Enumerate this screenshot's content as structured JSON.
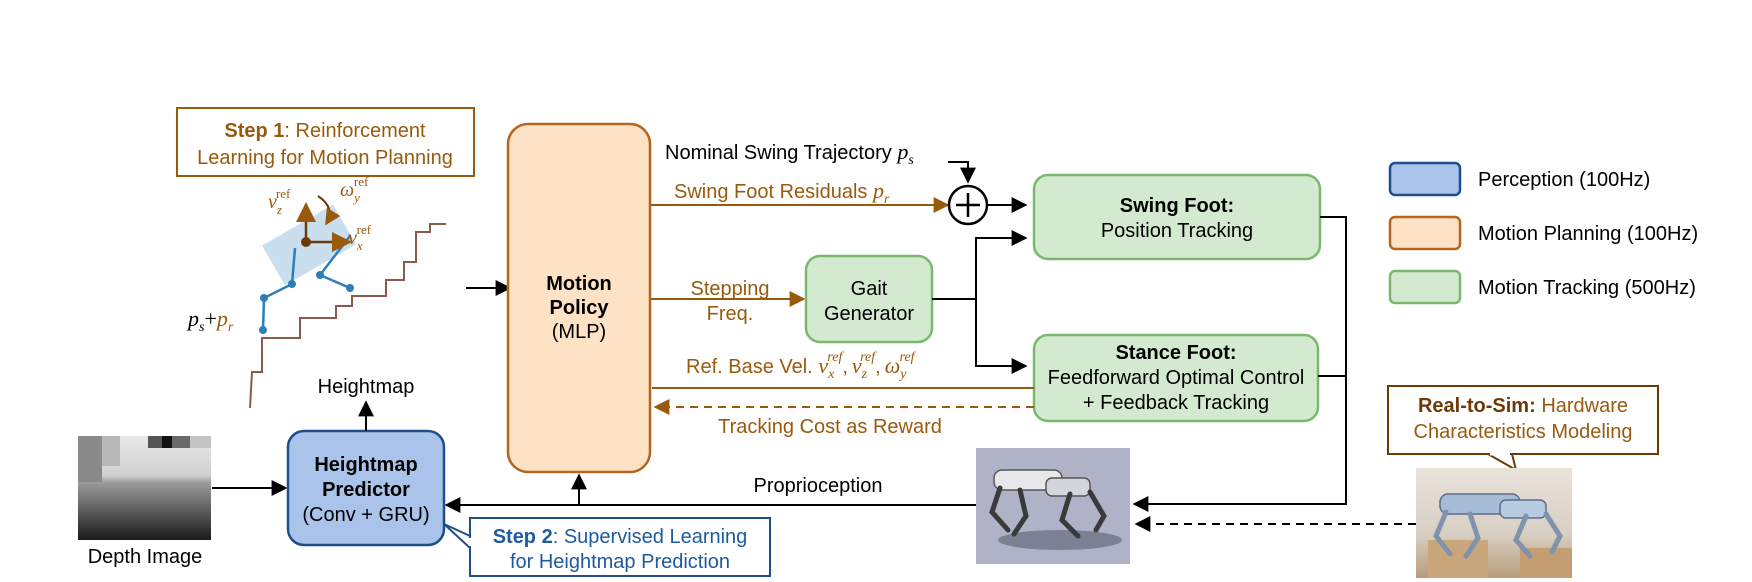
{
  "colors": {
    "brown": "#9a5a0e",
    "brown_dark": "#6b3a07",
    "blue_text": "#1f5a9e",
    "blue_dark": "#1e4f8c",
    "perception_fill": "#a9c3ea",
    "perception_stroke": "#1e4f8c",
    "planning_fill": "#fde2c6",
    "planning_stroke": "#b5651d",
    "tracking_fill": "#d4ead0",
    "tracking_stroke": "#7ab86c",
    "robot_blue": "#2e7fb8"
  },
  "step1": {
    "bold": "Step 1",
    "rest": ": Reinforcement",
    "line2": "Learning for Motion Planning"
  },
  "step2": {
    "bold": "Step 2",
    "rest": ": Supervised Learning",
    "line2": "for Heightmap Prediction"
  },
  "real_to_sim": {
    "bold": "Real-to-Sim:",
    "rest": " Hardware",
    "line2": "Characteristics Modeling"
  },
  "motion_policy": {
    "line1": "Motion",
    "line2": "Policy",
    "line3": "(MLP)"
  },
  "gait_generator": {
    "line1": "Gait",
    "line2": "Generator"
  },
  "swing_foot": {
    "title": "Swing Foot:",
    "subtitle": "Position Tracking"
  },
  "stance_foot": {
    "title": "Stance Foot:",
    "line2": "Feedforward Optimal Control",
    "line3": "+ Feedback Tracking"
  },
  "heightmap_predictor": {
    "line1": "Heightmap",
    "line2": "Predictor",
    "line3": "(Conv + GRU)"
  },
  "labels": {
    "nominal_swing": "Nominal Swing Trajectory",
    "ps": "p",
    "ps_sub": "s",
    "swing_residuals": "Swing Foot Residuals",
    "pr": "p",
    "pr_sub": "r",
    "stepping_line1": "Stepping",
    "stepping_line2": "Freq.",
    "ref_base_vel": "Ref. Base Vel.",
    "ref_vars": "v",
    "tracking_cost": "Tracking Cost as Reward",
    "heightmap": "Heightmap",
    "proprioception": "Proprioception",
    "depth_image": "Depth Image",
    "plus": "+",
    "ref_sup": "ref",
    "sub_x": "x",
    "sub_z": "z",
    "sub_y": "y",
    "omega": "ω",
    "comma": ",",
    "plus_small": "+"
  },
  "legend": [
    {
      "label": "Perception (100Hz)"
    },
    {
      "label": "Motion Planning (100Hz)"
    },
    {
      "label": "Motion Tracking (500Hz)"
    }
  ]
}
